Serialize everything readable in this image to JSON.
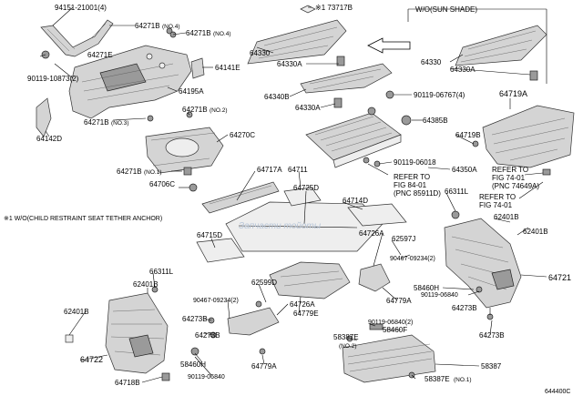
{
  "labels": {
    "p94151": "94151-21001(4)",
    "p64271E": "64271E",
    "p64271B_no4a": "64271B",
    "no4a": "(NO.4)",
    "p64271B_no4b": "64271B",
    "no4b": "(NO.4)",
    "p90119_10873": "90119-10873(2)",
    "p64141E": "64141E",
    "p64195A": "64195A",
    "p64271B_no3": "64271B",
    "no3": "(NO.3)",
    "p64142D": "64142D",
    "p64271B_no2": "64271B",
    "no2": "(NO.2)",
    "p64270C": "64270C",
    "p64271B_no1": "64271B",
    "no1": "(NO.1)",
    "p64706C": "64706C",
    "p73717B": "※1 73717B",
    "p64330_a": "64330",
    "p64330A_a": "64330A",
    "wo_sun_shade": "W/O(SUN SHADE)",
    "p64330_b": "64330",
    "p64330A_b": "64330A",
    "p64340B": "64340B",
    "p64330A_c": "64330A",
    "p90119_06767": "90119-06767(4)",
    "p64719A": "64719A",
    "p64385B": "64385B",
    "p64719B": "64719B",
    "p90119_06018": "90119-06018",
    "refer1_l1": "REFER TO",
    "refer1_l2": "FIG 84-01",
    "refer1_l3": "(PNC 85911D)",
    "p64350A": "64350A",
    "refer2_l1": "REFER TO",
    "refer2_l2": "FIG 74-01",
    "refer2_l3": "(PNC 74649A)",
    "refer3_l1": "REFER TO",
    "refer3_l2": "FIG 74-01",
    "p64717A": "64717A",
    "p64711": "64711",
    "p64725D": "64725D",
    "p64714D": "64714D",
    "p66311L_a": "66311L",
    "note_wo_child": "※1 W/O(CHILD RESTRAINT SEAT TETHER ANCHOR)",
    "p62401B_a": "62401B",
    "p62401B_b": "62401B",
    "p64715D": "64715D",
    "p64726A_a": "64726A",
    "p62597J": "62597J",
    "p90467_09234_a": "90467-09234(2)",
    "p64721": "64721",
    "p66311L_b": "66311L",
    "p62599D": "62599D",
    "p58460H_a": "58460H",
    "p90119_06840_a": "90119-06840",
    "p62401B_c": "62401B",
    "p90467_09234_b": "90467-09234(2)",
    "p64726A_b": "64726A",
    "p64779A_a": "64779A",
    "p64273B_a": "64273B",
    "p62401B_d": "62401B",
    "p64779E": "64779E",
    "p64273B_b": "64273B",
    "p64273B_c": "64273B",
    "p90119_06840_b": "90119-06840(2)",
    "p58460F": "58460F",
    "p58387E_a": "58387E",
    "no2b": "(NO.2)",
    "p64722": "64722",
    "p58460H_b": "58460H",
    "p64273B_d": "64273B",
    "p90119_06840_c": "90119-06840",
    "p64779A_b": "64779A",
    "p58387": "58387",
    "p64718B": "64718B",
    "p58387E_b": "58387E",
    "no1b": "(NO.1)",
    "fig_code": "644400C"
  },
  "watermark": "Запчасти тойоты"
}
